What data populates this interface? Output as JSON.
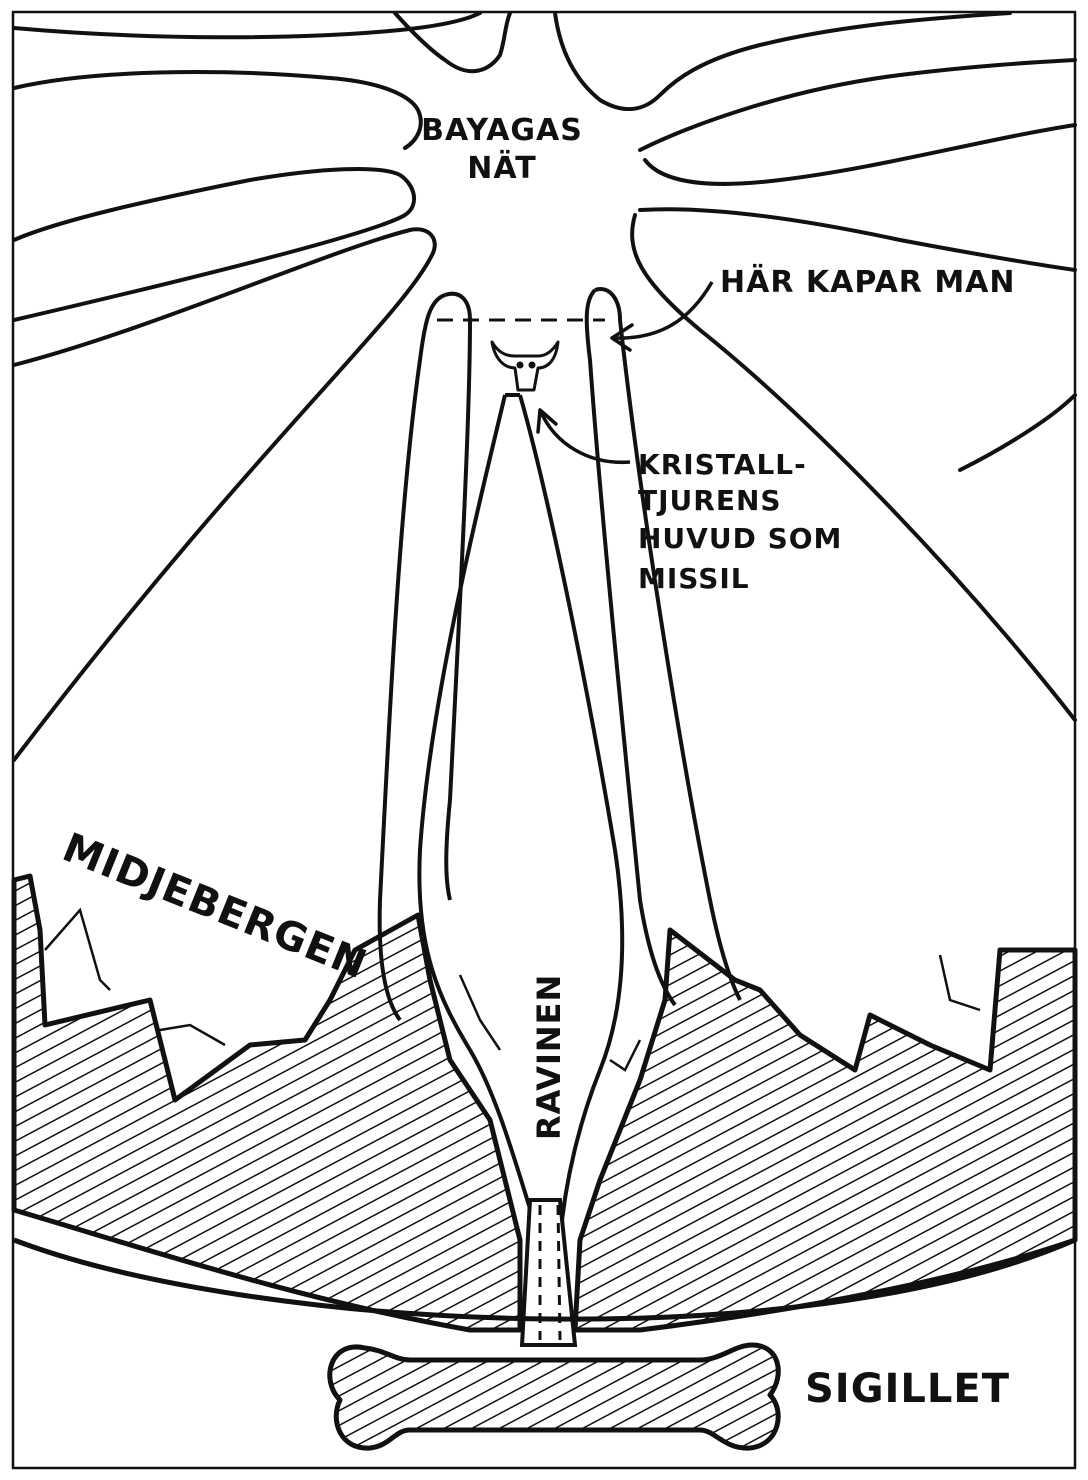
{
  "labels": {
    "web_line1": "BAYAGAS",
    "web_line2": "NÄT",
    "cut_here": "HÄR KAPAR MAN",
    "missile_line1": "KRISTALL-",
    "missile_line2": "TJURENS",
    "missile_line3": "HUVUD SOM",
    "missile_line4": "MISSIL",
    "mountains": "MIDJEBERGEN",
    "ravine": "RAVINEN",
    "seal": "SIGILLET"
  },
  "colors": {
    "ink": "#111111",
    "paper": "#ffffff"
  },
  "icons": {
    "bull_head": "bull-skull-icon"
  }
}
